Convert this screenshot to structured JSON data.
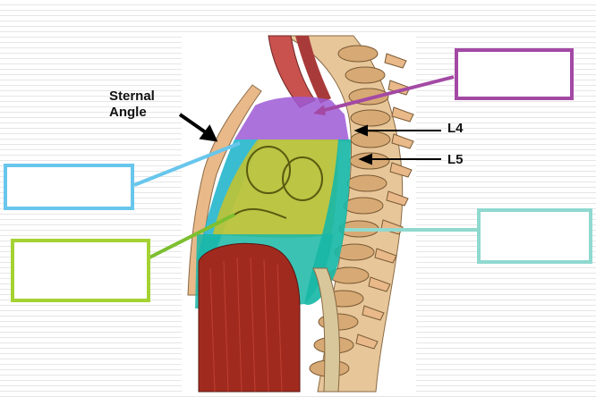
{
  "diagram": {
    "labels": {
      "sternal_angle_line1": "Sternal",
      "sternal_angle_line2": "Angle",
      "l4": "L4",
      "l5": "L5"
    },
    "label_boxes": {
      "superior": "",
      "anterior": "",
      "middle": "",
      "posterior": ""
    },
    "colors": {
      "superior": "#a349a4",
      "anterior": "#68c6ec",
      "middle": "#a5d233",
      "posterior": "#8fd9cf",
      "superior_region": "#9e59d6",
      "anterior_region": "#26b6cc",
      "middle_region": "#b8c23a",
      "posterior_region": "#19b7a6"
    }
  }
}
